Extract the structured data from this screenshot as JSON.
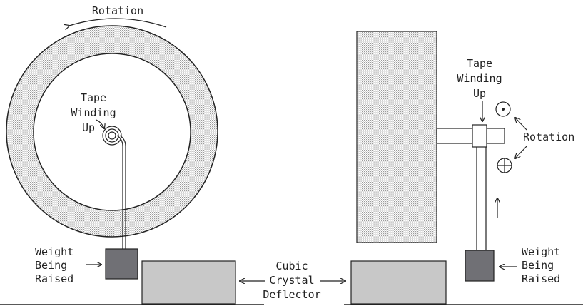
{
  "labels": {
    "rotation_top": "Rotation",
    "tape_left": [
      "Tape",
      "Winding",
      "Up"
    ],
    "tape_right": [
      "Tape",
      "Winding",
      "Up"
    ],
    "rotation_right": "Rotation",
    "weight_left": [
      "Weight",
      "Being",
      "Raised"
    ],
    "weight_right": [
      "Weight",
      "Being",
      "Raised"
    ],
    "deflector": [
      "Cubic",
      "Crystal",
      "Deflector"
    ]
  },
  "colors": {
    "stipple": "#a0a0a0",
    "background": "#ffffff",
    "weight": "#707075",
    "deflector_block": "#c8c8c8",
    "line": "#222222"
  }
}
